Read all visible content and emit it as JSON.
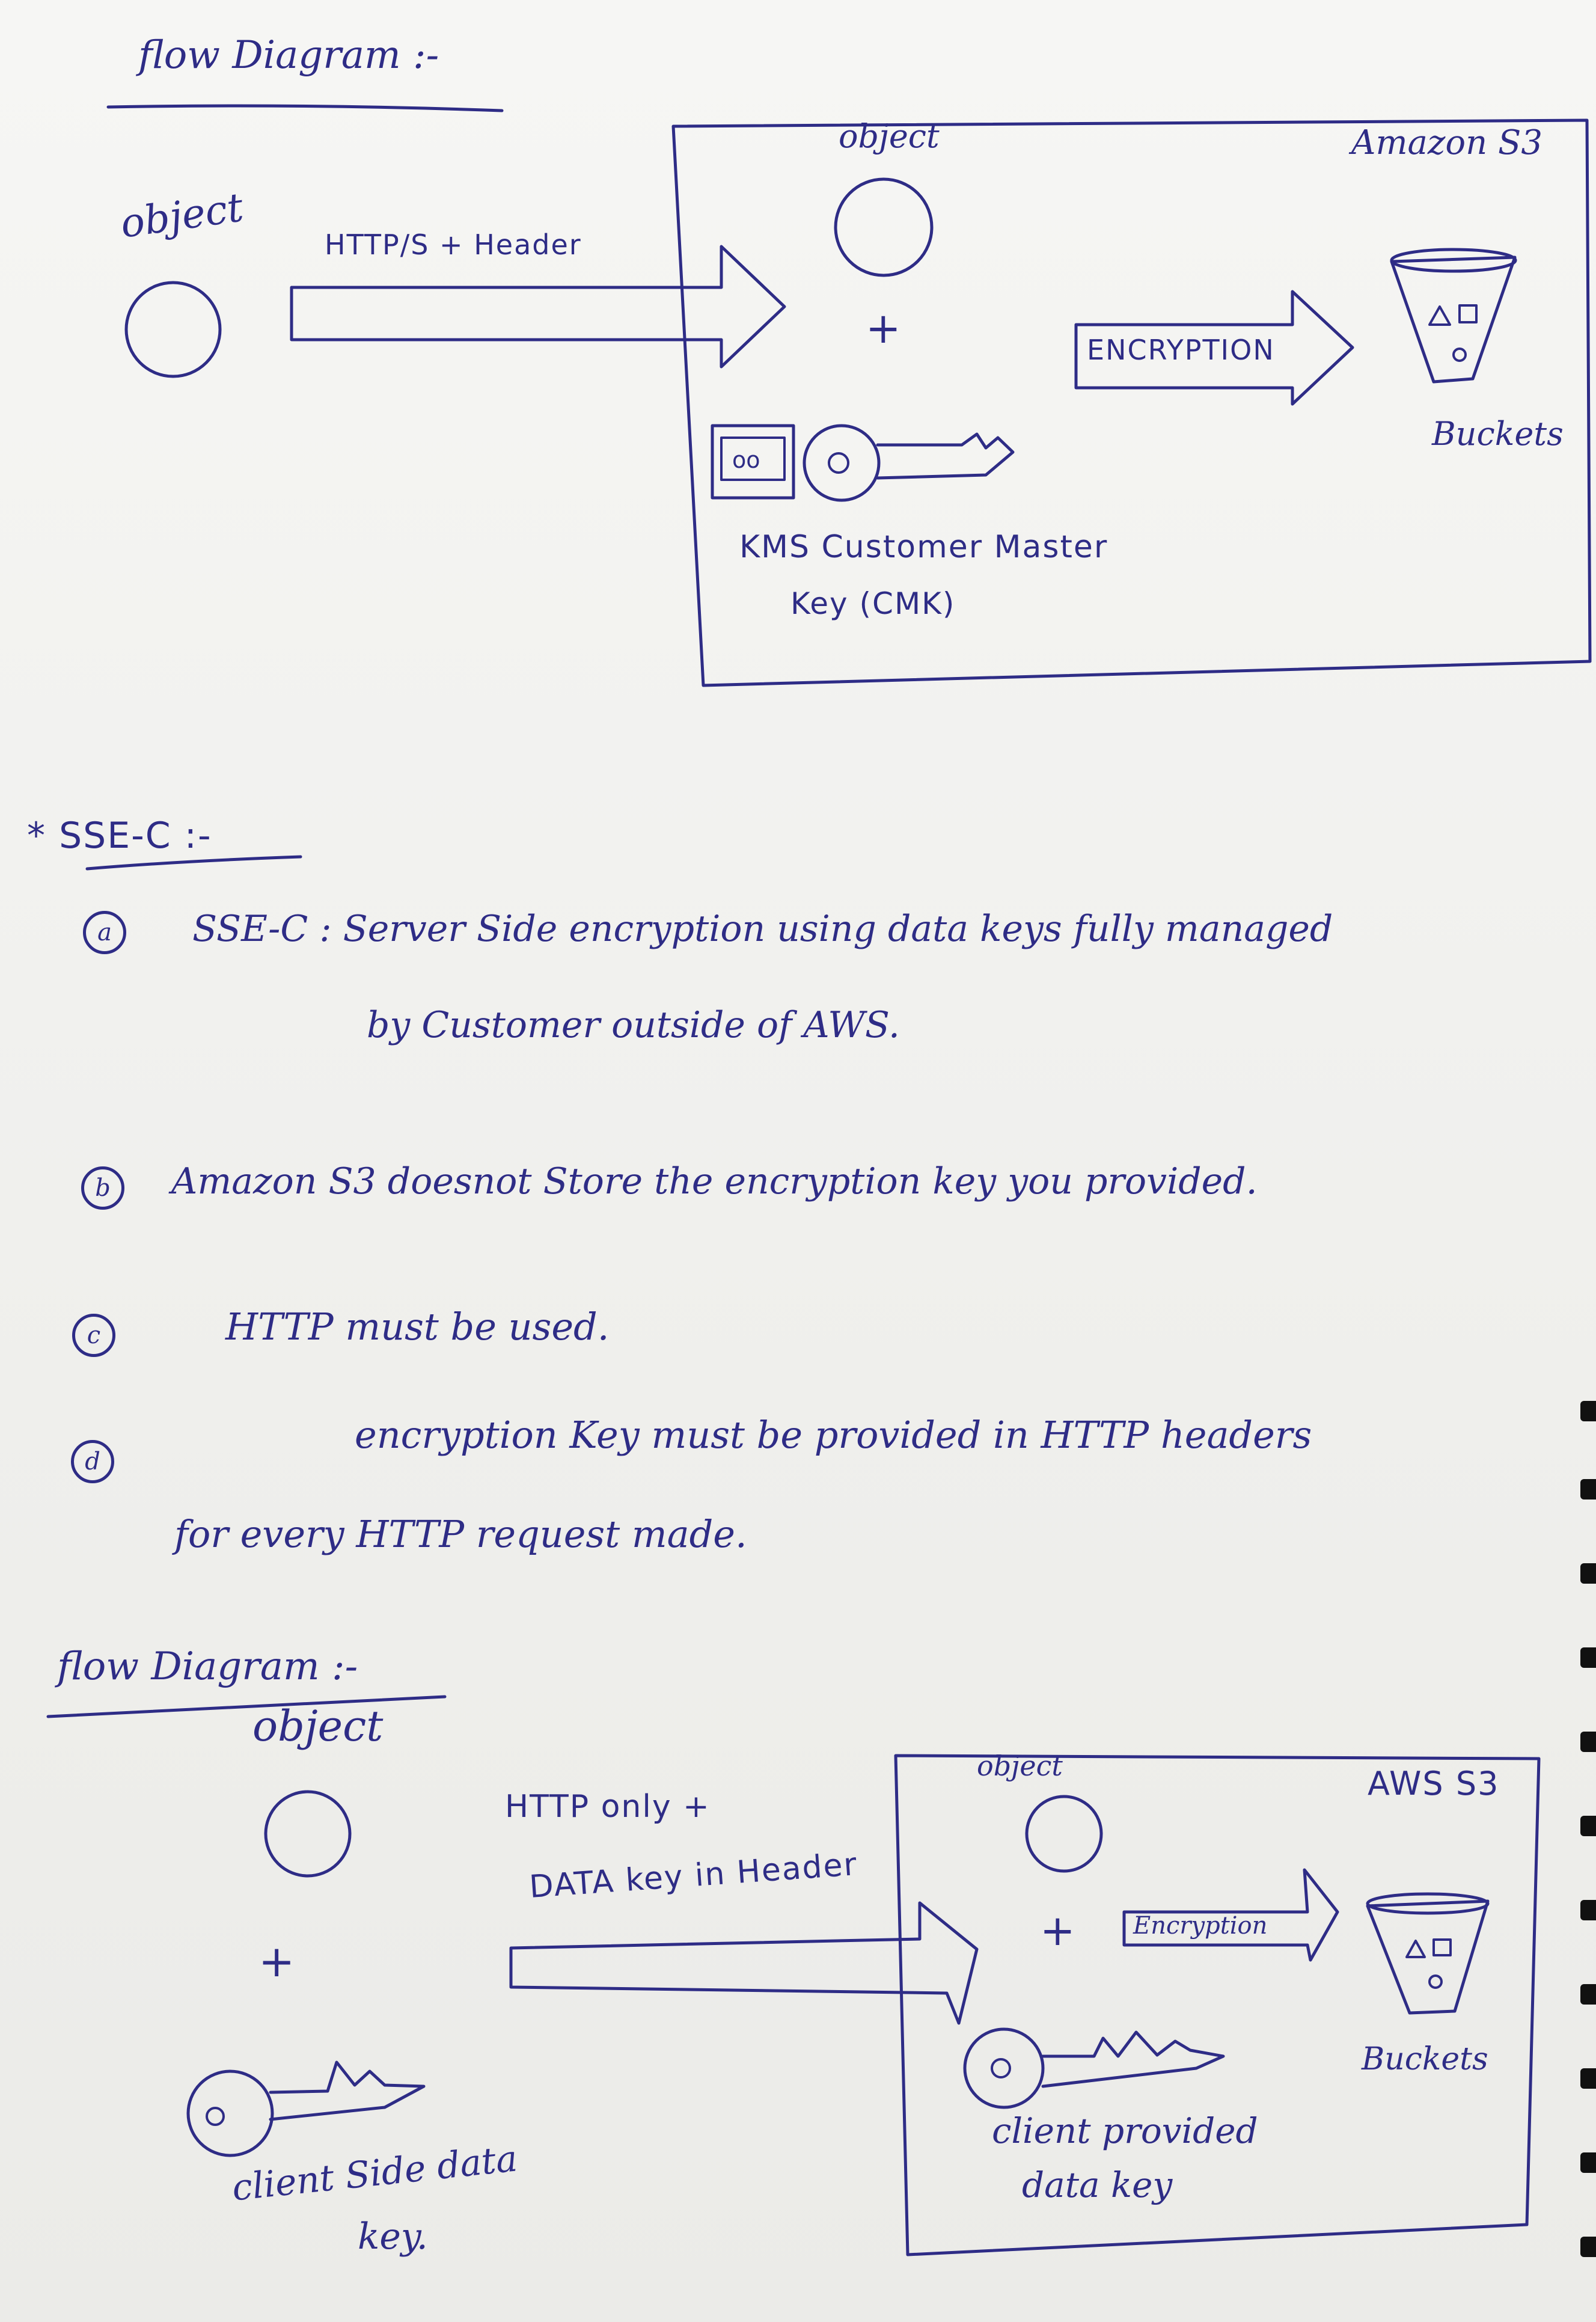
{
  "diagram1": {
    "title": "flow Diagram :-",
    "object_left_label": "object",
    "arrow_label": "HTTP/S + Header",
    "box_object_label": "object",
    "plus": "+",
    "encryption_label": "ENCRYPTION",
    "s3_label": "Amazon S3",
    "buckets_label": "Buckets",
    "kms_line1": "KMS Customer Master",
    "kms_line2": "Key (CMK)"
  },
  "sse_c": {
    "heading": "* SSE-C :-",
    "points": [
      {
        "marker": "a",
        "line1": "SSE-C :   Server Side encryption using data keys fully managed",
        "line2": "by Customer outside of AWS."
      },
      {
        "marker": "b",
        "line1": "Amazon S3   doesnot Store the encryption key you provided."
      },
      {
        "marker": "c",
        "line1": "HTTP must be used."
      },
      {
        "marker": "d",
        "line1": "encryption Key must be provided in HTTP headers",
        "line2": "for every HTTP request made."
      }
    ]
  },
  "diagram2": {
    "title": "flow Diagram :-",
    "object_left_label": "object",
    "plus_left": "+",
    "client_key_line1": "client Side data",
    "client_key_line2": "key.",
    "arrow_line1": "HTTP only +",
    "arrow_line2": "DATA key in Header",
    "box_object_label": "object",
    "plus": "+",
    "encryption_label": "Encryption",
    "s3_label": "AWS S3",
    "buckets_label": "Buckets",
    "client_provided_line1": "client provided",
    "client_provided_line2": "data key"
  }
}
